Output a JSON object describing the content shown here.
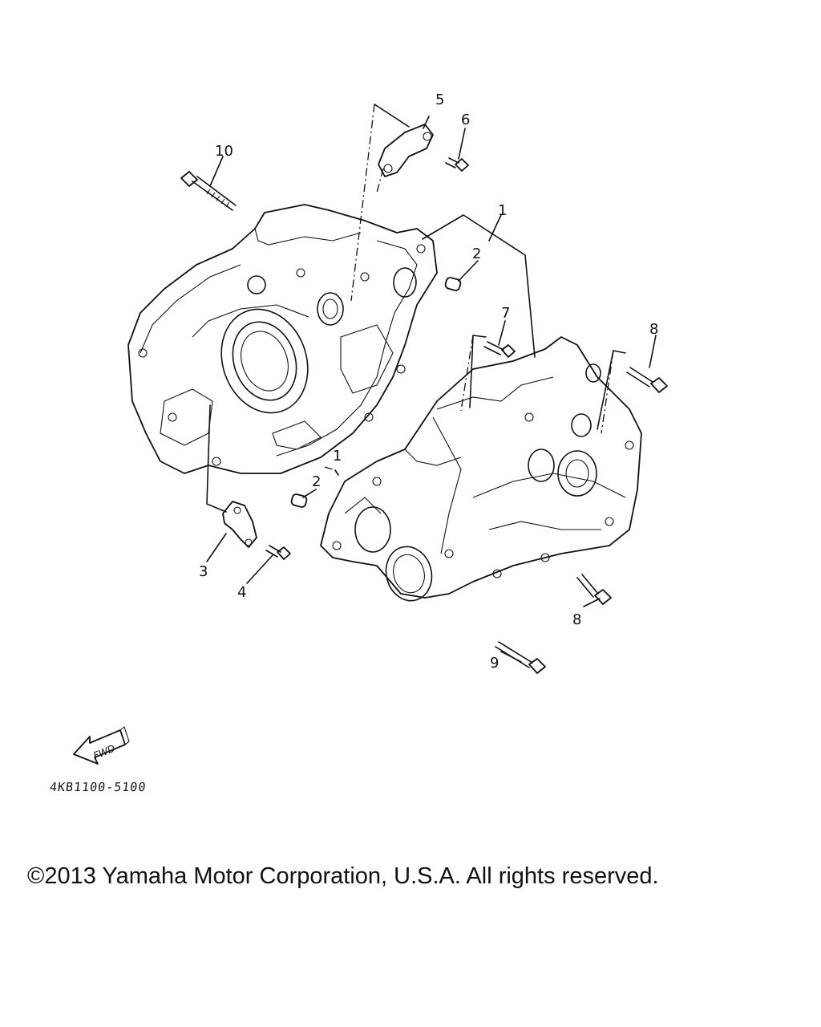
{
  "diagram": {
    "callouts": {
      "c1a": "1",
      "c1b": "1",
      "c2a": "2",
      "c2b": "2",
      "c3": "3",
      "c4": "4",
      "c5": "5",
      "c6": "6",
      "c7": "7",
      "c8a": "8",
      "c8b": "8",
      "c9": "9",
      "c10": "10"
    },
    "fwd_label": "FWD",
    "diagram_code": "4KB1100-5100"
  },
  "footer": {
    "copyright": "©2013 Yamaha Motor Corporation, U.S.A. All rights reserved."
  }
}
